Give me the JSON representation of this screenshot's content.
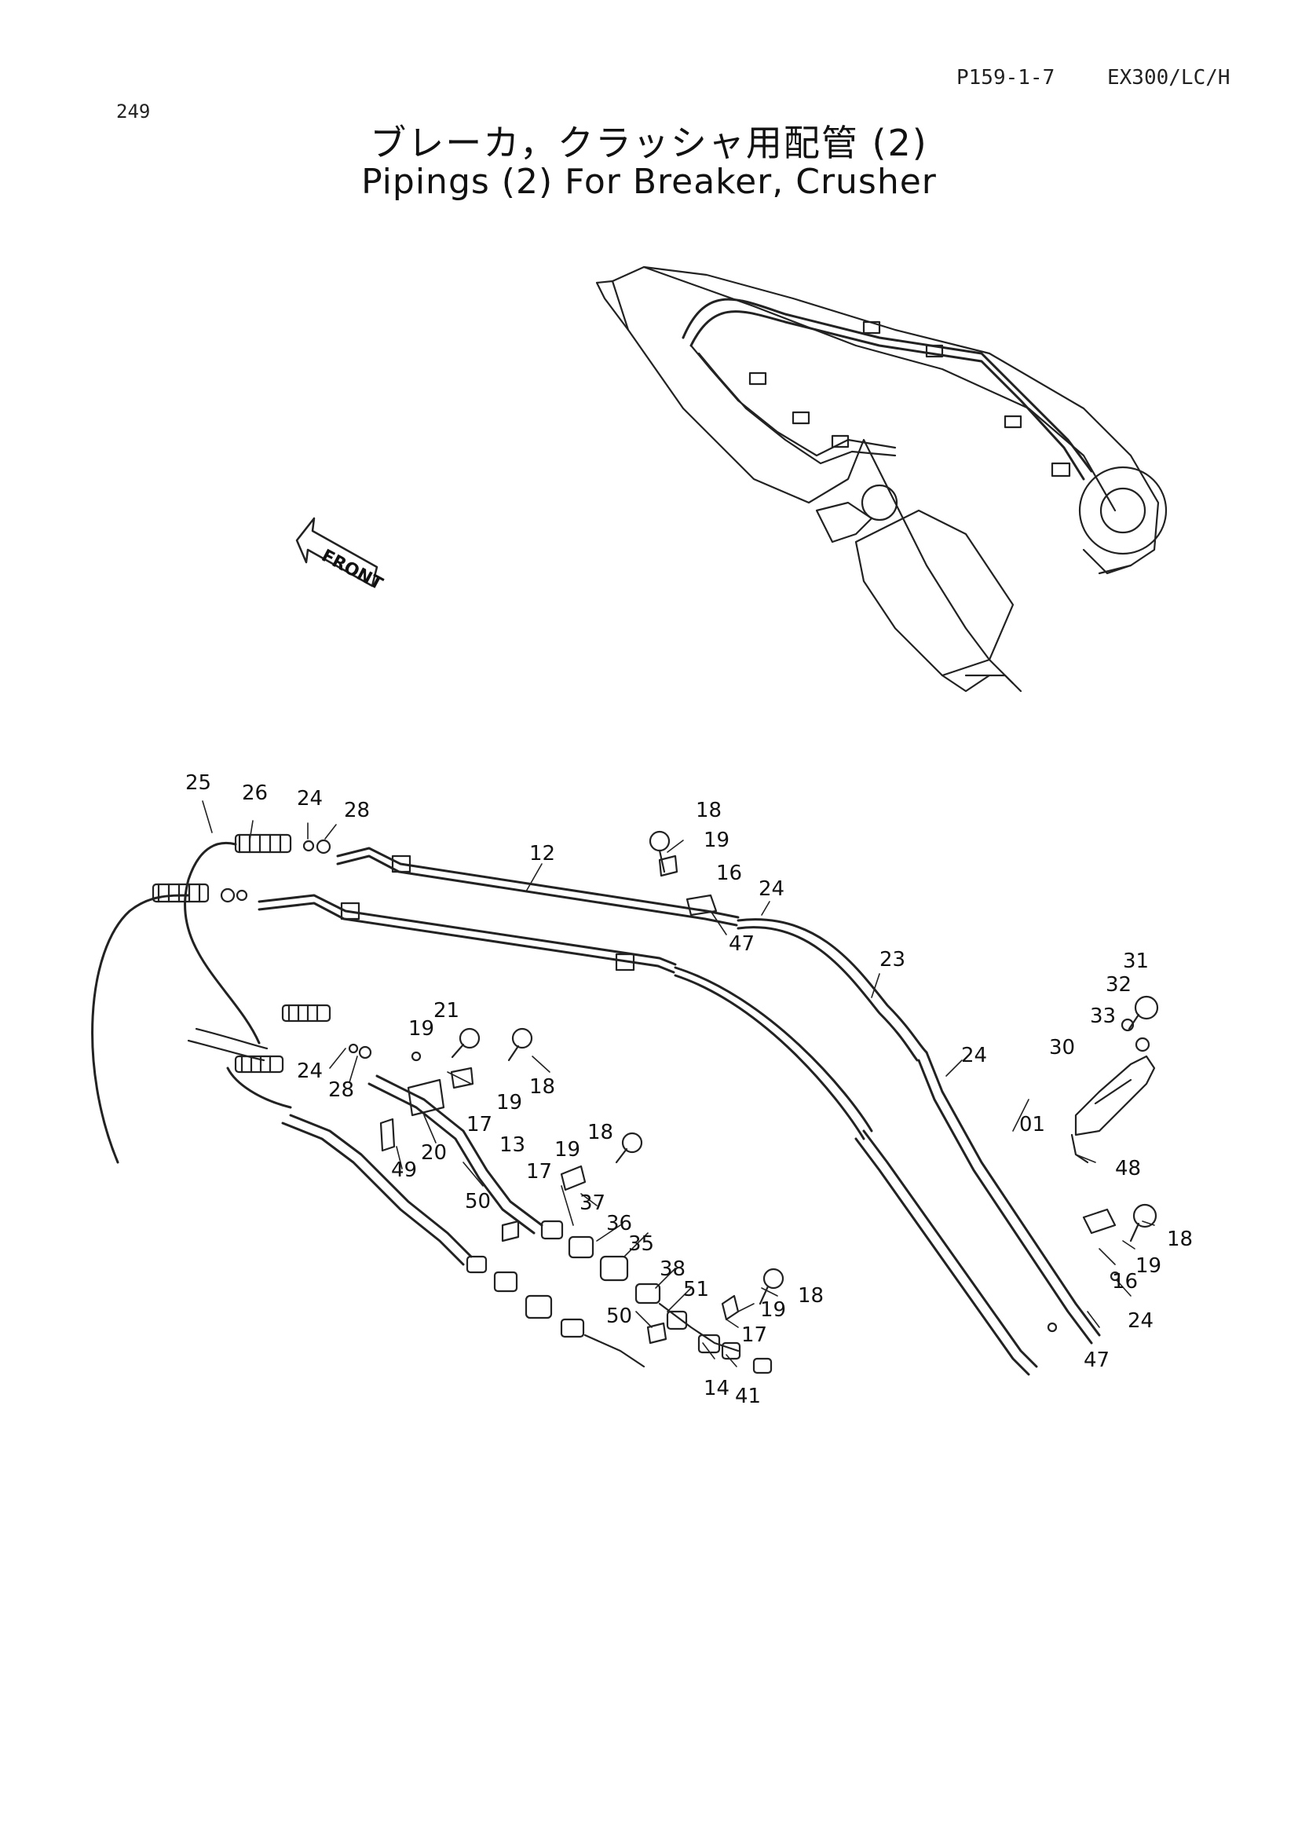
{
  "header": {
    "page_number": "249",
    "page_code": "P159-1-7",
    "model": "EX300/LC/H"
  },
  "title": {
    "japanese": "ブレーカ，クラッシャ用配管 (2)",
    "english": "Pipings (2) For Breaker, Crusher"
  },
  "overview": {
    "direction_label": "FRONT"
  },
  "callouts": [
    {
      "id": "c25a",
      "text": "25"
    },
    {
      "id": "c26",
      "text": "26"
    },
    {
      "id": "c24a",
      "text": "24"
    },
    {
      "id": "c28a",
      "text": "28"
    },
    {
      "id": "c12",
      "text": "12"
    },
    {
      "id": "c18a",
      "text": "18"
    },
    {
      "id": "c19a",
      "text": "19"
    },
    {
      "id": "c16a",
      "text": "16"
    },
    {
      "id": "c24b",
      "text": "24"
    },
    {
      "id": "c47a",
      "text": "47"
    },
    {
      "id": "c23",
      "text": "23"
    },
    {
      "id": "c31",
      "text": "31"
    },
    {
      "id": "c32",
      "text": "32"
    },
    {
      "id": "c33",
      "text": "33"
    },
    {
      "id": "c30",
      "text": "30"
    },
    {
      "id": "c24c",
      "text": "24"
    },
    {
      "id": "c01",
      "text": "01"
    },
    {
      "id": "c48",
      "text": "48"
    },
    {
      "id": "c21",
      "text": "21"
    },
    {
      "id": "c19b",
      "text": "19"
    },
    {
      "id": "c18b",
      "text": "18"
    },
    {
      "id": "c24d",
      "text": "24"
    },
    {
      "id": "c28b",
      "text": "28"
    },
    {
      "id": "c19c",
      "text": "19"
    },
    {
      "id": "c17a",
      "text": "17"
    },
    {
      "id": "c13",
      "text": "13"
    },
    {
      "id": "c20",
      "text": "20"
    },
    {
      "id": "c49",
      "text": "49"
    },
    {
      "id": "c17b",
      "text": "17"
    },
    {
      "id": "c19d",
      "text": "19"
    },
    {
      "id": "c18c",
      "text": "18"
    },
    {
      "id": "c37",
      "text": "37"
    },
    {
      "id": "c50a",
      "text": "50"
    },
    {
      "id": "c36",
      "text": "36"
    },
    {
      "id": "c35",
      "text": "35"
    },
    {
      "id": "c38",
      "text": "38"
    },
    {
      "id": "c51",
      "text": "51"
    },
    {
      "id": "c50b",
      "text": "50"
    },
    {
      "id": "c18d",
      "text": "18"
    },
    {
      "id": "c19e",
      "text": "19"
    },
    {
      "id": "c17c",
      "text": "17"
    },
    {
      "id": "c14",
      "text": "14"
    },
    {
      "id": "c41",
      "text": "41"
    },
    {
      "id": "c18e",
      "text": "18"
    },
    {
      "id": "c19f",
      "text": "19"
    },
    {
      "id": "c16b",
      "text": "16"
    },
    {
      "id": "c24e",
      "text": "24"
    },
    {
      "id": "c47b",
      "text": "47"
    }
  ]
}
